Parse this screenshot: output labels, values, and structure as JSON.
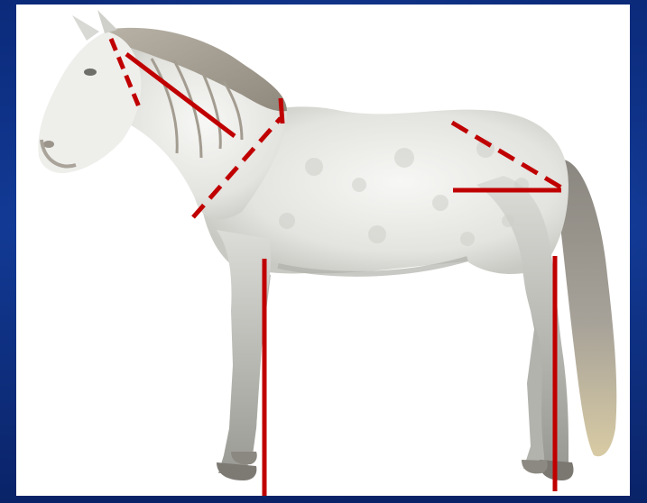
{
  "slide": {
    "background_color": "#0e2f85",
    "panel_color": "#ffffff"
  },
  "figure": {
    "subject": "horse-side-view",
    "coat": "dapple grey",
    "annotation_color": "#c00000",
    "annotations": [
      {
        "id": "poll-dashed",
        "style": "dashed"
      },
      {
        "id": "neck-solid",
        "style": "solid"
      },
      {
        "id": "shoulder-dashed",
        "style": "dashed"
      },
      {
        "id": "withers-tick",
        "style": "solid"
      },
      {
        "id": "croup-dashed",
        "style": "dashed"
      },
      {
        "id": "hip-solid",
        "style": "solid"
      },
      {
        "id": "foreleg-vertical",
        "style": "solid"
      },
      {
        "id": "hindleg-vertical",
        "style": "solid"
      }
    ]
  }
}
